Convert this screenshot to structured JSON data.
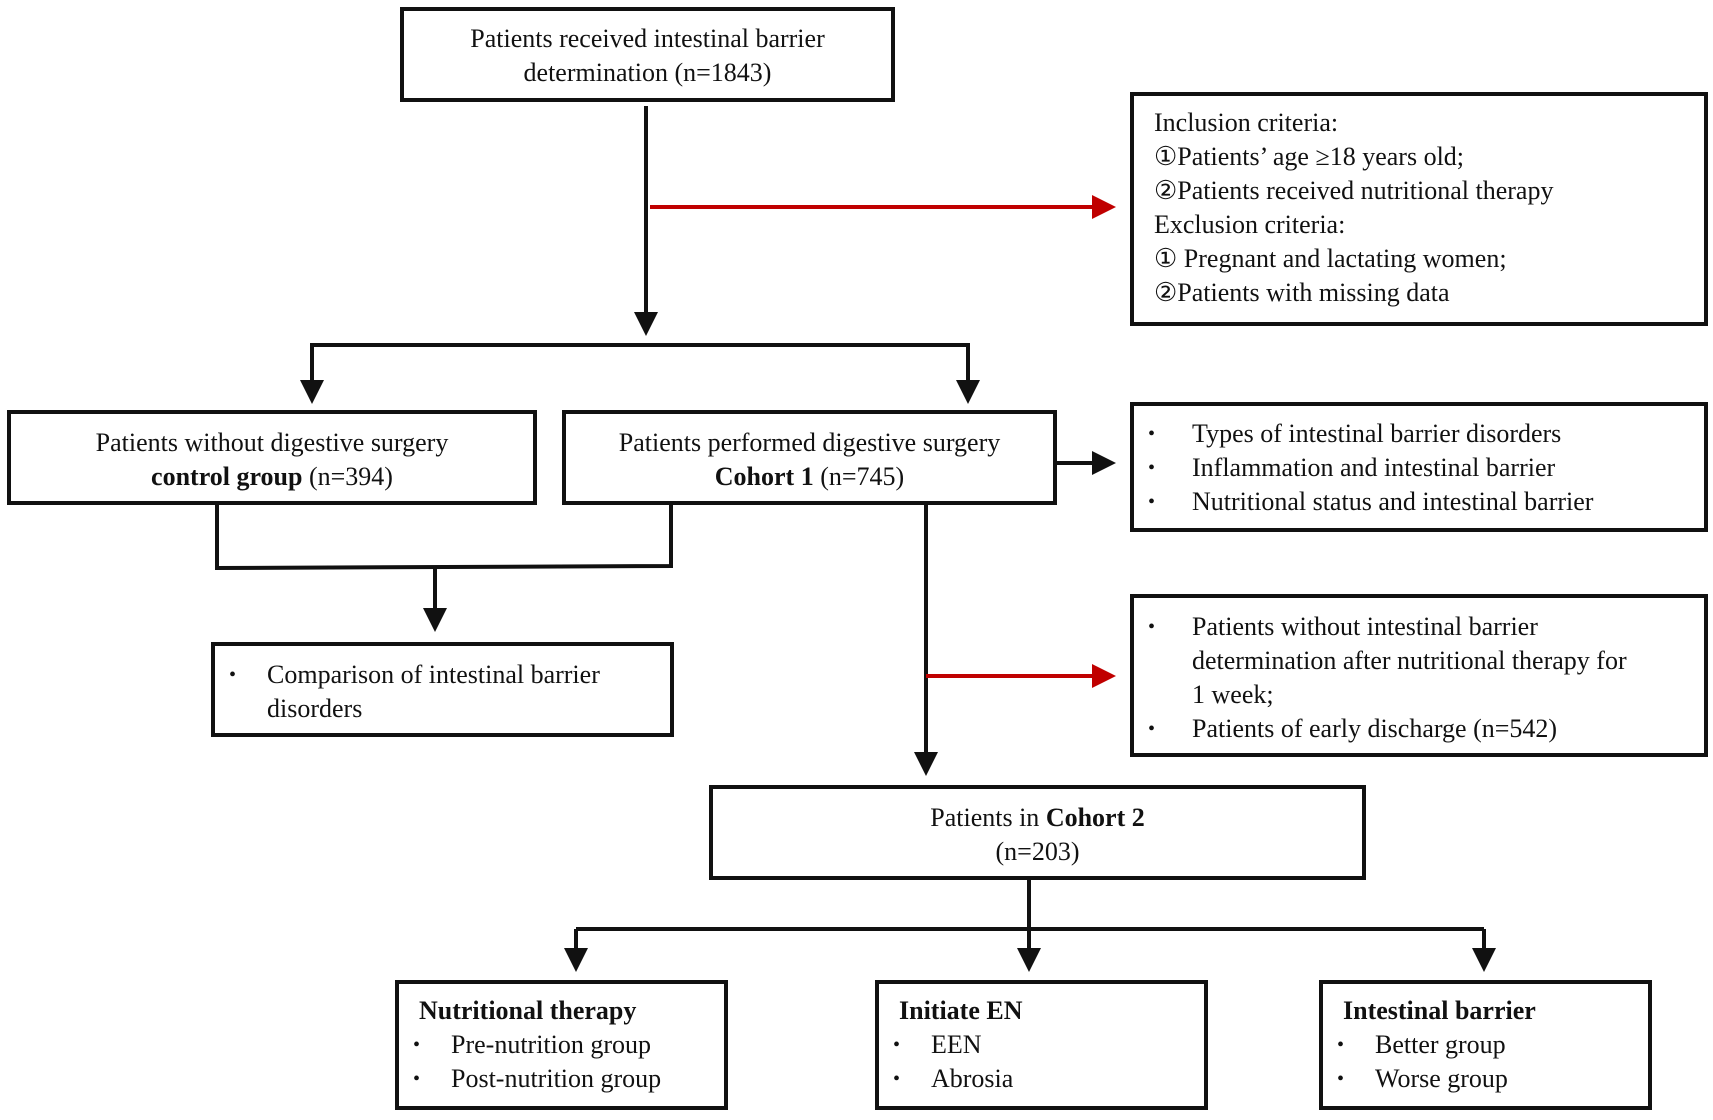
{
  "start": {
    "line1": "Patients received intestinal barrier",
    "line2": "determination  (n=1843)"
  },
  "criteria": {
    "inclusion_heading": "Inclusion criteria:",
    "inclusion": [
      "①Patients’ age ≥18 years old;",
      "②Patients received nutritional therapy"
    ],
    "exclusion_heading": "Exclusion criteria:",
    "exclusion": [
      "① Pregnant and lactating women;",
      "②Patients with missing data"
    ]
  },
  "control": {
    "line1": "Patients without digestive surgery",
    "name": "control group",
    "count": " (n=394)"
  },
  "cohort1": {
    "line1": "Patients performed digestive surgery",
    "name": "Cohort 1",
    "count": "  (n=745)"
  },
  "cohort1_analyses": [
    "Types of intestinal barrier disorders",
    "Inflammation and intestinal barrier",
    "Nutritional status and intestinal barrier"
  ],
  "comparison": {
    "line1": "Comparison  of intestinal barrier",
    "line2": "disorders"
  },
  "exclusion2": {
    "item1_lines": [
      "Patients without intestinal barrier",
      "determination after nutritional therapy  for",
      "1 week;"
    ],
    "item2": "Patients of early discharge (n=542)"
  },
  "cohort2": {
    "prefix": "Patients in ",
    "name": "Cohort 2",
    "count": "(n=203)"
  },
  "groups": [
    {
      "title": "Nutritional  therapy",
      "items": [
        "Pre-nutrition group",
        "Post-nutrition group"
      ]
    },
    {
      "title": "Initiate EN",
      "items": [
        "EEN",
        "Abrosia"
      ]
    },
    {
      "title": "Intestinal barrier",
      "items": [
        "Better group",
        "Worse group"
      ]
    }
  ],
  "colors": {
    "line": "#111111",
    "exclusion_arrow": "#c00000"
  }
}
